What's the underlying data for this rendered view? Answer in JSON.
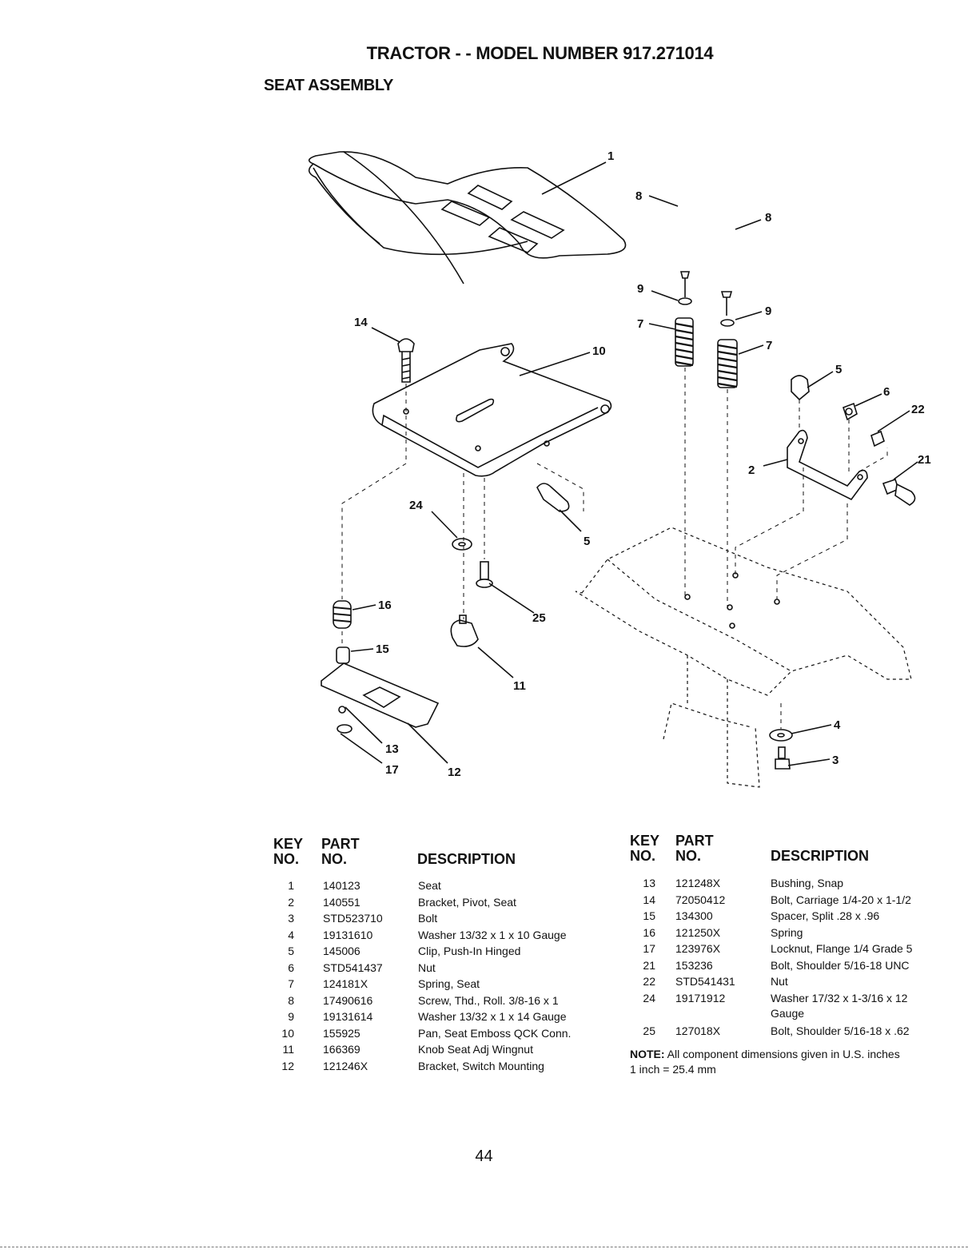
{
  "header": {
    "title": "TRACTOR - - MODEL NUMBER 917.271014",
    "section": "SEAT ASSEMBLY"
  },
  "diagram": {
    "callouts": [
      "1",
      "14",
      "10",
      "8",
      "9",
      "7",
      "8",
      "9",
      "7",
      "5",
      "6",
      "22",
      "21",
      "2",
      "24",
      "5",
      "16",
      "25",
      "15",
      "11",
      "13",
      "17",
      "12",
      "4",
      "3"
    ]
  },
  "table_headers": {
    "key_line1": "KEY",
    "key_line2": "NO.",
    "part_line1": "PART",
    "part_line2": "NO.",
    "description": "DESCRIPTION"
  },
  "parts_left": [
    {
      "key": "1",
      "part": "140123",
      "desc": "Seat"
    },
    {
      "key": "2",
      "part": "140551",
      "desc": "Bracket, Pivot, Seat"
    },
    {
      "key": "3",
      "part": "STD523710",
      "desc": "Bolt"
    },
    {
      "key": "4",
      "part": "19131610",
      "desc": "Washer  13/32 x 1 x 10 Gauge"
    },
    {
      "key": "5",
      "part": "145006",
      "desc": "Clip, Push-In  Hinged"
    },
    {
      "key": "6",
      "part": "STD541437",
      "desc": "Nut"
    },
    {
      "key": "7",
      "part": "124181X",
      "desc": "Spring, Seat"
    },
    {
      "key": "8",
      "part": "17490616",
      "desc": "Screw, Thd., Roll.  3/8-16 x 1"
    },
    {
      "key": "9",
      "part": "19131614",
      "desc": "Washer  13/32 x 1 x 14 Gauge"
    },
    {
      "key": "10",
      "part": "155925",
      "desc": "Pan, Seat Emboss QCK Conn."
    },
    {
      "key": "11",
      "part": "166369",
      "desc": "Knob Seat Adj Wingnut"
    },
    {
      "key": "12",
      "part": "121246X",
      "desc": "Bracket, Switch Mounting"
    }
  ],
  "parts_right": [
    {
      "key": "13",
      "part": "121248X",
      "desc": "Bushing, Snap"
    },
    {
      "key": "14",
      "part": "72050412",
      "desc": "Bolt, Carriage  1/4-20 x 1-1/2"
    },
    {
      "key": "15",
      "part": "134300",
      "desc": "Spacer, Split  .28 x .96"
    },
    {
      "key": "16",
      "part": "121250X",
      "desc": "Spring"
    },
    {
      "key": "17",
      "part": "123976X",
      "desc": "Locknut, Flange  1/4 Grade 5"
    },
    {
      "key": "21",
      "part": "153236",
      "desc": "Bolt, Shoulder  5/16-18 UNC"
    },
    {
      "key": "22",
      "part": "STD541431",
      "desc": "Nut"
    },
    {
      "key": "24",
      "part": "19171912",
      "desc": "Washer  17/32 x 1-3/16 x 12",
      "desc2": "Gauge"
    },
    {
      "key": "25",
      "part": "127018X",
      "desc": "Bolt, Shoulder  5/16-18 x .62"
    }
  ],
  "note": {
    "label": "NOTE:",
    "text": " All component dimensions given in U.S. inches",
    "line2": "1 inch = 25.4 mm"
  },
  "page_number": "44"
}
